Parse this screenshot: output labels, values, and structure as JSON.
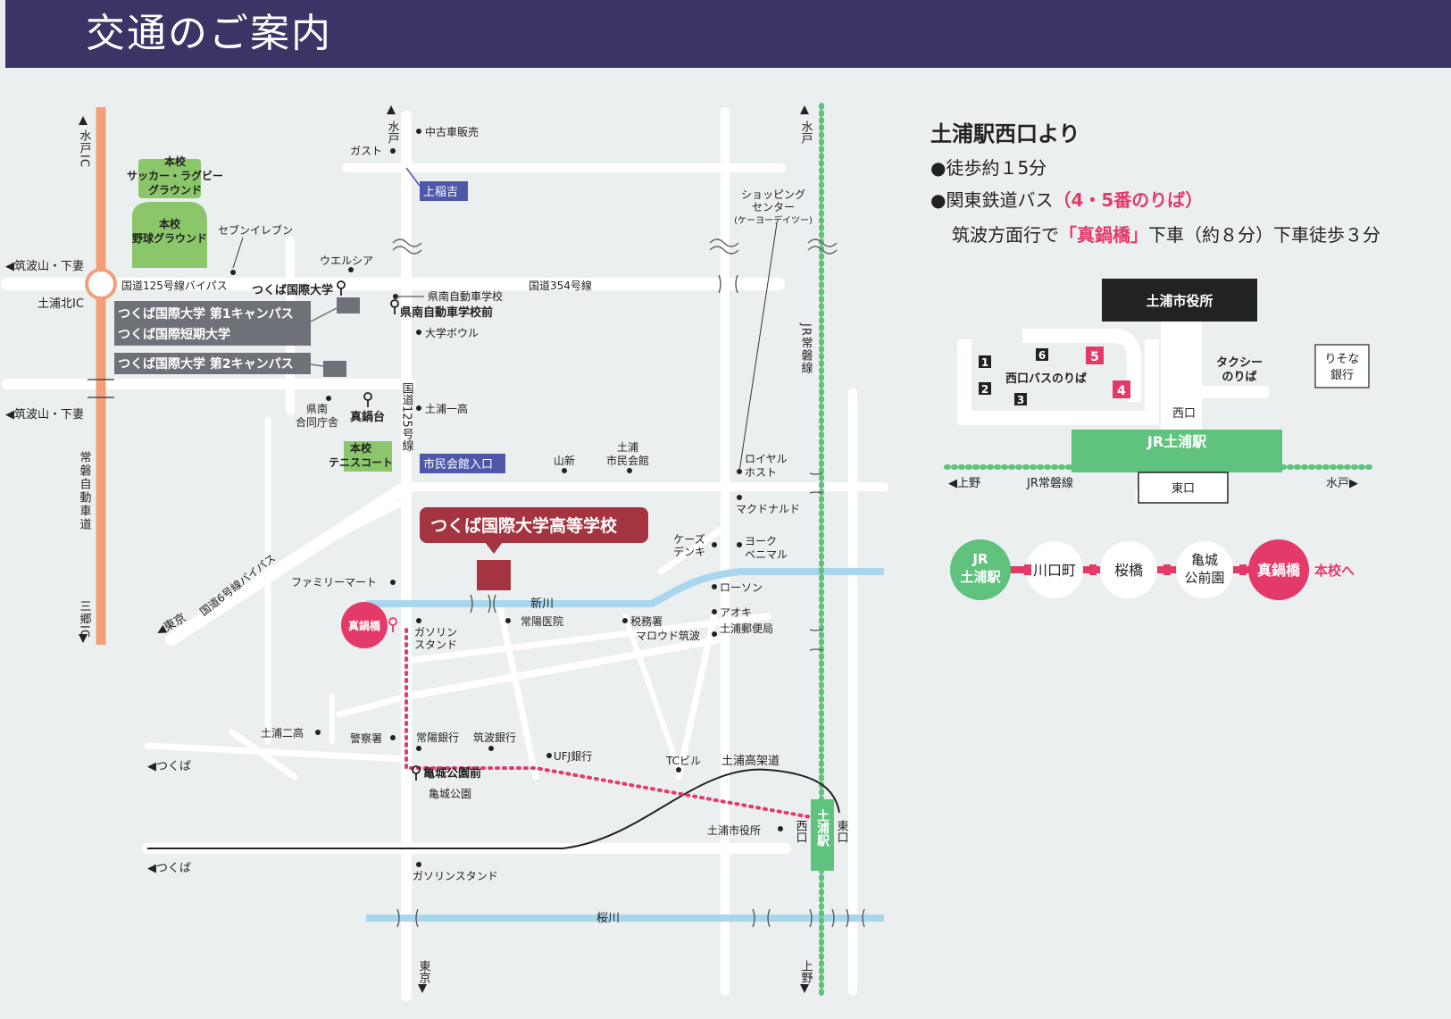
{
  "header": {
    "title": "交通のご案内"
  },
  "legend_info": {
    "heading": "土浦駅西口より",
    "walk_text": "●徒歩約１5分",
    "bus_prefix": "●関東鉄道バス",
    "bus_platform": "（4・5番のりば）",
    "bus_detail_prefix": "筑波方面行で",
    "bus_stop_highlight": "「真鍋橋」",
    "bus_detail_suffix": "下車（約８分）下車徒歩３分"
  },
  "map": {
    "directions": {
      "mito_ic": "水戸IC",
      "tsukubasan_shimotsuma_1": "◀筑波山・下妻",
      "tsukubasan_shimotsuma_2": "◀筑波山・下妻",
      "tsuchiura_kita_ic": "土浦北IC",
      "joban_expressway": "常磐自動車道",
      "misato_ic": "三郷IC",
      "mito_north_1": "水戸",
      "mito_north_2": "水戸",
      "tokyo_nw": "◀東京",
      "tsukuba_1": "◀つくば",
      "tsukuba_2": "◀つくば",
      "tokyo_south": "東京",
      "ueno_south": "上野"
    },
    "roads": {
      "route125_bypass": "国道125号線バイパス",
      "route354": "国道354号線",
      "route125": "国道125号線",
      "route6_bypass": "国道6号線バイパス",
      "jr_joban_line": "JR常磐線",
      "shinkawa": "新川",
      "sakuragawa": "桜川",
      "tsuchiura_elevated": "土浦高架道"
    },
    "school": {
      "main_label": "つくば国際大学高等学校",
      "soccer_ground": [
        "本校",
        "サッカー・ラグビー",
        "グラウンド"
      ],
      "baseball_ground": [
        "本校",
        "野球グラウンド"
      ],
      "tennis_court": [
        "本校",
        "テニスコート"
      ],
      "campus1": "つくば国際大学 第1キャンパス",
      "junior_college": "つくば国際短期大学",
      "campus2": "つくば国際大学 第2キャンパス"
    },
    "bus_stops": {
      "kamiinayoshi": "上稲吉",
      "shiminkaikan": "市民会館入口",
      "tsukuba_kokusai_daigaku": "つくば国際大学",
      "kennan_jidosha": "県南自動車学校前",
      "manabedai": "真鍋台",
      "kijo_koen_mae": "亀城公園前",
      "manabebashi": "真鍋橋"
    },
    "landmarks": {
      "used_car": "中古車販売",
      "gusto": "ガスト",
      "seven_eleven": "セブンイレブン",
      "welcia": "ウエルシア",
      "kennan_driving_school": "県南自動車学校",
      "university_bowl": "大学ボウル",
      "tsuchiura_ichiko": "土浦一高",
      "kennan_govt_1": "県南",
      "kennan_govt_2": "合同庁舎",
      "yamashin": "山新",
      "civic_hall_1": "土浦",
      "civic_hall_2": "市民会館",
      "royal_host_1": "ロイヤル",
      "royal_host_2": "ホスト",
      "shopping_1": "ショッピング",
      "shopping_2": "センター",
      "shopping_3": "(ケーヨーデイツー)",
      "mcdonalds": "マクドナルド",
      "kdenki_1": "ケーズ",
      "kdenki_2": "デンキ",
      "yorkbenimaru_1": "ヨーク",
      "yorkbenimaru_2": "ベニマル",
      "familymart": "ファミリーマート",
      "lawson": "ローソン",
      "joyo_clinic": "常陽医院",
      "gas_stand_1": "ガソリン",
      "gas_stand_2": "スタンド",
      "tax_office": "税務署",
      "aoki": "アオキ",
      "maroud": "マロウド筑波",
      "post_office": "土浦郵便局",
      "tsuchiura_niko": "土浦二高",
      "police": "警察署",
      "joyo_bank": "常陽銀行",
      "tsukuba_bank": "筑波銀行",
      "ufj_bank": "UFJ銀行",
      "tc_building": "TCビル",
      "kijo_park": "亀城公園",
      "city_hall": "土浦市役所",
      "gas_stand_south": "ガソリンスタンド",
      "west_exit": "西口",
      "east_exit": "東口",
      "tsuchiura_station": "土浦駅"
    }
  },
  "station_diagram": {
    "city_hall": "土浦市役所",
    "bus_area": "西口バスのりば",
    "platforms": [
      "1",
      "2",
      "3",
      "4",
      "5",
      "6"
    ],
    "taxi_1": "タクシー",
    "taxi_2": "のりば",
    "resona_1": "りそな",
    "resona_2": "銀行",
    "west_exit": "西口",
    "east_exit": "東口",
    "station": "JR土浦駅",
    "ueno": "◀上野",
    "line": "JR常磐線",
    "mito": "水戸▶"
  },
  "route_strip": {
    "stops": [
      {
        "line1": "JR",
        "line2": "土浦駅"
      },
      {
        "line1": "川口町",
        "line2": ""
      },
      {
        "line1": "桜橋",
        "line2": ""
      },
      {
        "line1": "亀城",
        "line2": "公前園"
      },
      {
        "line1": "真鍋橋",
        "line2": ""
      }
    ],
    "to_school": "本校へ"
  },
  "colors": {
    "header": "#3b3566",
    "expressway": "#f2a07a",
    "green_area": "#8bc66a",
    "gray_box": "#6e7177",
    "school": "#a4343f",
    "bus_stop_blue": "#4e57a8",
    "river": "#a8d6ec",
    "rail_green": "#5fc27d",
    "pink": "#e43a6a"
  }
}
